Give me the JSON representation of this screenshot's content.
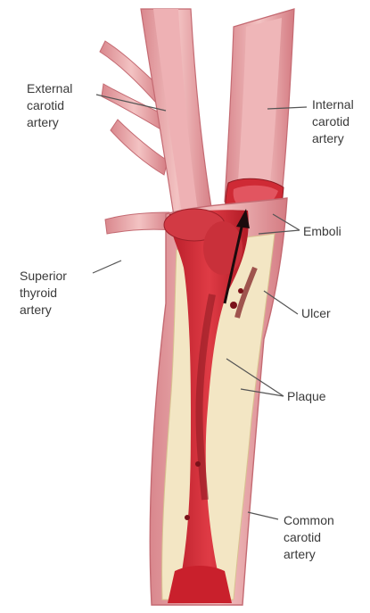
{
  "labels": {
    "external_carotid": [
      "External",
      "carotid",
      "artery"
    ],
    "internal_carotid": [
      "Internal",
      "carotid",
      "artery"
    ],
    "emboli": "Emboli",
    "superior_thyroid": [
      "Superior",
      "thyroid",
      "artery"
    ],
    "ulcer": "Ulcer",
    "plaque": "Plaque",
    "common_carotid": [
      "Common",
      "carotid",
      "artery"
    ]
  },
  "colors": {
    "vessel_wall": "#e8a3a6",
    "vessel_wall_dark": "#c9656d",
    "lumen_blood": "#c8232f",
    "plaque": "#f3e6c4",
    "emboli_dark": "#8e1a22",
    "leader_line": "#555555"
  }
}
